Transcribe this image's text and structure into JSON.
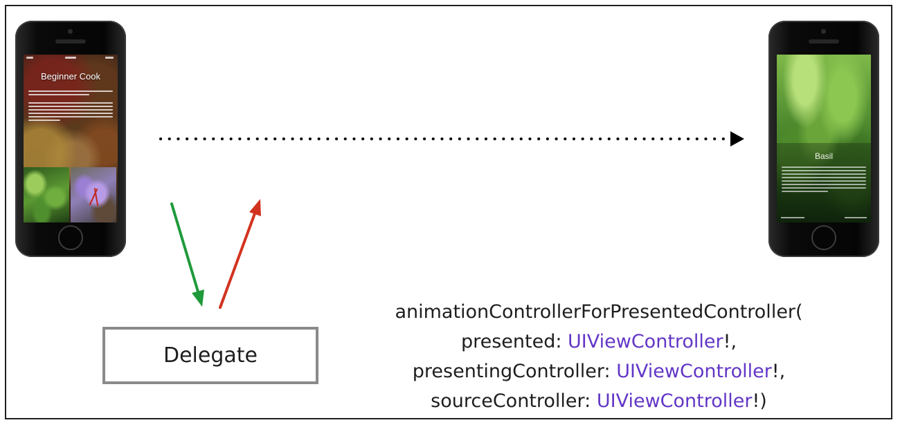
{
  "left_phone": {
    "screen_title": "Beginner Cook"
  },
  "right_phone": {
    "screen_title": "Basil"
  },
  "delegate": {
    "label": "Delegate"
  },
  "method": {
    "lines": [
      {
        "name": "animationControllerForPresentedController(",
        "type": "",
        "suffix": ""
      },
      {
        "name": "presented: ",
        "type": "UIViewController",
        "suffix": "!,"
      },
      {
        "name": "presentingController: ",
        "type": "UIViewController",
        "suffix": "!,"
      },
      {
        "name": "sourceController: ",
        "type": "UIViewController",
        "suffix": "!)"
      }
    ]
  },
  "colors": {
    "frame": "#1e1e1e",
    "dotted_arrow": "#000000",
    "green_arrow": "#1f9a3b",
    "red_arrow": "#d2331f",
    "box_border": "#8a8a8a",
    "type_highlight": "#6236c6"
  },
  "icons": {
    "transition_arrow": "dotted-right-arrow",
    "call_arrow": "green-down-arrow",
    "return_arrow": "red-up-arrow"
  }
}
